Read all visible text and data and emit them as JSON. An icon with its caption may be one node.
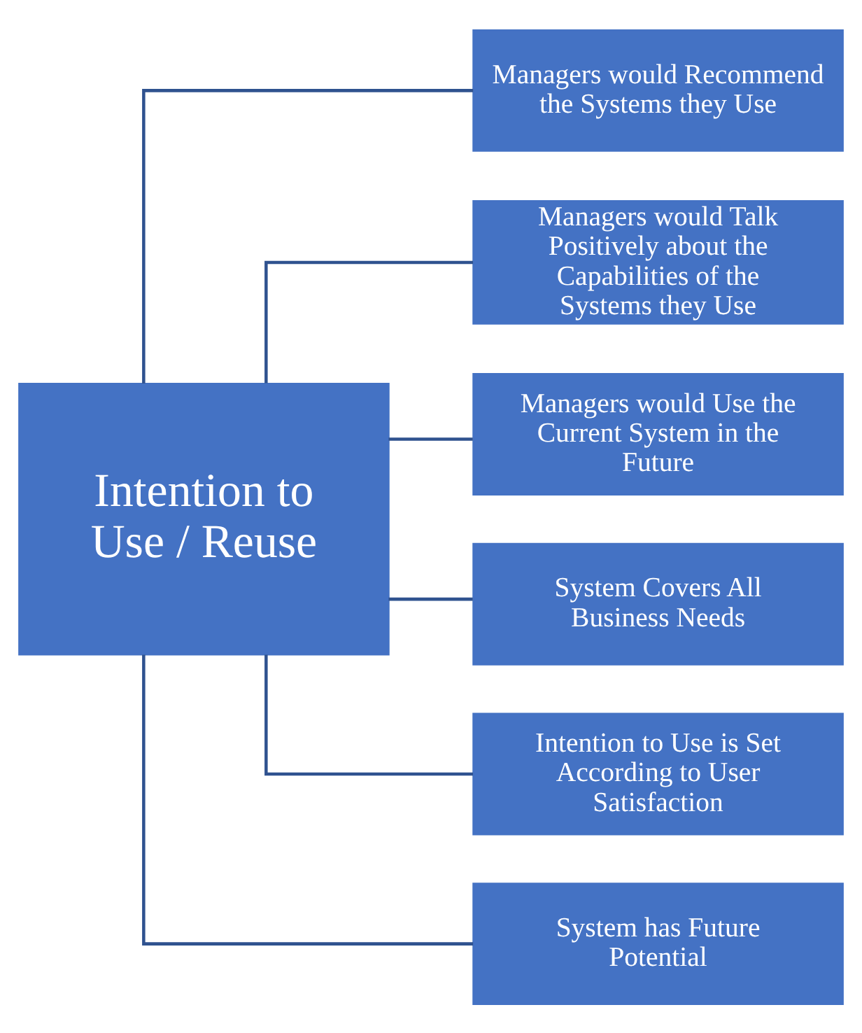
{
  "diagram": {
    "nodes": [
      {
        "text": [
          "Intention to Use / Reuse"
        ]
      },
      {
        "text": [
          "Managers would Recommend the Systems they Use"
        ]
      },
      {
        "text": [
          "Managers would Talk Positively about the Capabilities of the Systems they Use"
        ]
      },
      {
        "text": [
          "Managers would Use the Current System in the Future"
        ]
      },
      {
        "text": [
          "System Covers All Business Needs"
        ]
      },
      {
        "text": [
          "Intention to Use is Set According to User Satisfaction"
        ]
      },
      {
        "text": [
          "System has Future Potential"
        ]
      }
    ],
    "edges": [
      {
        "from": 0,
        "to": 1,
        "arrow": "none"
      },
      {
        "from": 0,
        "to": 2,
        "arrow": "none"
      },
      {
        "from": 0,
        "to": 3,
        "arrow": "none"
      },
      {
        "from": 0,
        "to": 4,
        "arrow": "none"
      },
      {
        "from": 0,
        "to": 5,
        "arrow": "none"
      },
      {
        "from": 0,
        "to": 6,
        "arrow": "none"
      }
    ]
  }
}
